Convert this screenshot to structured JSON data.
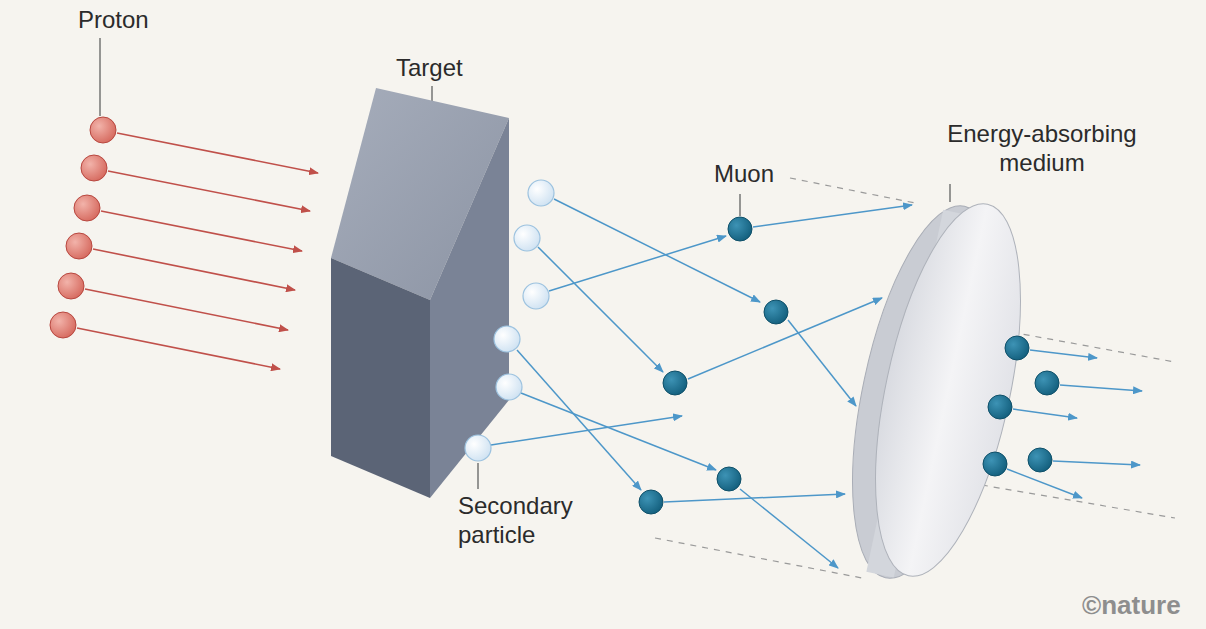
{
  "diagram": {
    "labels": [
      "Proton",
      "Target",
      "Muon",
      "Energy-absorbing medium",
      "Secondary particle",
      "©nature"
    ]
  }
}
